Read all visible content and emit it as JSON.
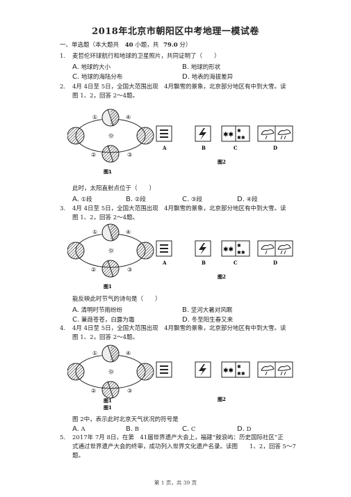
{
  "title": "2018年北京市朝阳区中考地理一模试卷",
  "section": {
    "label": "一、单选题（本大题共",
    "count": "40",
    "mid": "小题，共",
    "score": "79.0",
    "end": "分）"
  },
  "q1": {
    "num": "1.",
    "text": "麦哲伦环球航行和地球的卫星照片，共同证明了（　　）",
    "options": [
      {
        "letter": "A.",
        "text": "地球的大小"
      },
      {
        "letter": "B.",
        "text": "地球的形状"
      },
      {
        "letter": "C.",
        "text": "地球的海陆分布"
      },
      {
        "letter": "D.",
        "text": "地表的海拔差异"
      }
    ]
  },
  "stem": {
    "line1": "4月 4日至 5日，全国大范围出现　4月飘雪的景象，北京部分地区有中到大雪。读",
    "line2": "图 1、2，回答 2～4题。"
  },
  "figure": {
    "fig1_caption": "图1",
    "fig2_caption": "图2",
    "box_labels": [
      "A",
      "B",
      "C",
      "D"
    ],
    "orbit_marks": [
      "①",
      "②",
      "③",
      "④"
    ]
  },
  "q2": {
    "num": "2.",
    "question": "此时，太阳直射点位于（　　）",
    "options": [
      {
        "letter": "A.",
        "text": "①段"
      },
      {
        "letter": "B.",
        "text": "②段"
      },
      {
        "letter": "C.",
        "text": "③段"
      },
      {
        "letter": "D.",
        "text": "④段"
      }
    ]
  },
  "q3": {
    "num": "3.",
    "question": "能反映此时节气的诗句是（　　）",
    "options": [
      {
        "letter": "A.",
        "text": "清明时节雨纷纷"
      },
      {
        "letter": "B.",
        "text": "坚河大暑对风眠"
      },
      {
        "letter": "C.",
        "text": "蒹葭苍苍，白露为霜"
      },
      {
        "letter": "D.",
        "text": "冬至阳生春又来"
      }
    ]
  },
  "q4": {
    "num": "4.",
    "question": "图 2中，表示此时北京天气状况的符号是",
    "options": [
      {
        "letter": "A.",
        "text": "A"
      },
      {
        "letter": "B.",
        "text": "B"
      },
      {
        "letter": "C.",
        "text": "C"
      },
      {
        "letter": "D.",
        "text": "D"
      }
    ]
  },
  "q5": {
    "num": "5.",
    "line1": "2017年 7月 8日，在第　41届世界遗产大会上，福建“鼓浪屿：历史国际社区”正",
    "line2": "式通过世界遗产大会的终审，成功列入世界文化遗产名录。读图　　1、2，回答 5～7",
    "line3": "题。"
  },
  "footer": "第 1 页，共 39 页"
}
